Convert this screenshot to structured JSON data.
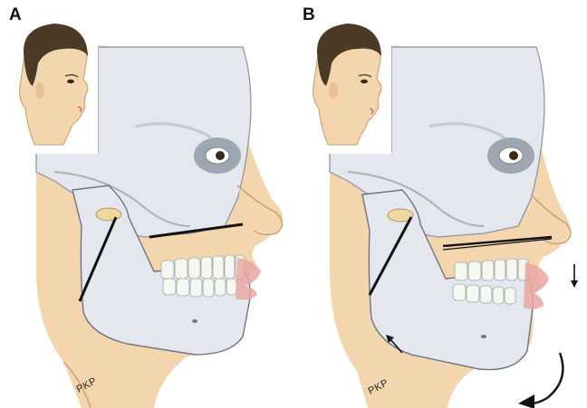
{
  "panels": [
    {
      "letter": "A",
      "signature": "PKP"
    },
    {
      "letter": "B",
      "signature": "PKP"
    }
  ],
  "colors": {
    "skin": "#f3d6ae",
    "skin_shadow": "#e2b887",
    "bone": "#e4e8ee",
    "bone_shadow": "#b9c1cc",
    "bone_outline": "#6d7480",
    "hair": "#4a3a26",
    "teeth": "#f7f7f2",
    "gum": "#e9a7a2",
    "condyle": "#f0d7a0",
    "line": "#111111"
  }
}
